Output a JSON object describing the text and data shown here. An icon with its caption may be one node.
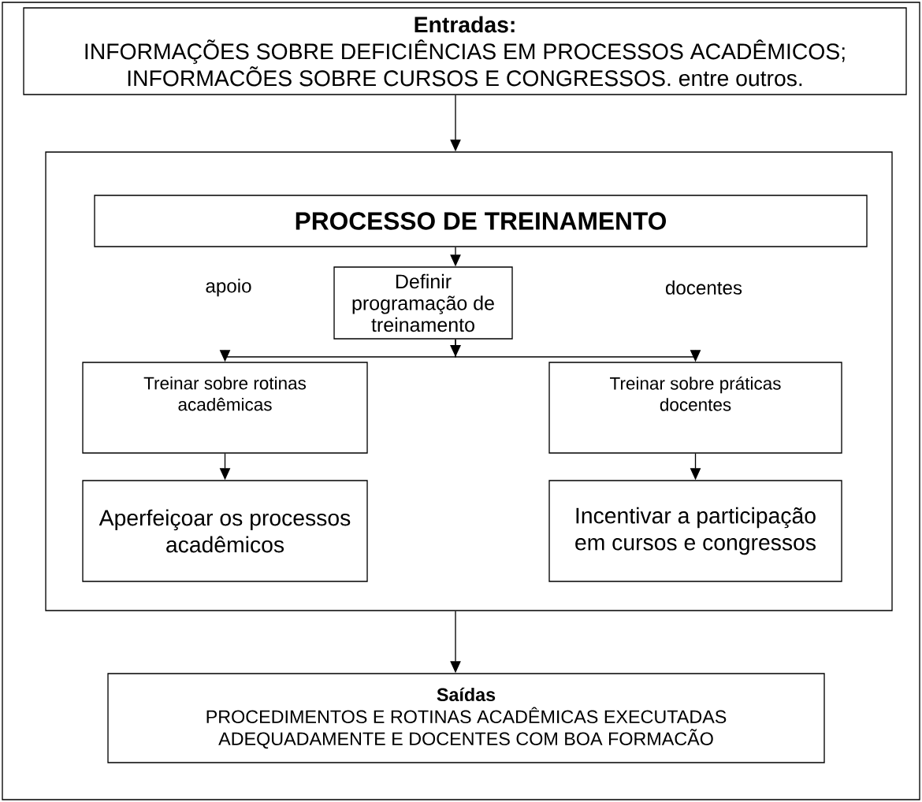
{
  "diagram": {
    "nodes": [
      {
        "text": [
          "Entradas:",
          "INFORMAÇÕES SOBRE DEFICIÊNCIAS EM PROCESSOS ACADÊMICOS; INFORMACÕES SOBRE CURSOS E CONGRESSOS. entre outros."
        ]
      },
      {
        "text": [],
        "shape": "box"
      },
      {
        "text": [
          "PROCESSO DE TREINAMENTO"
        ],
        "in": 1
      },
      {
        "text": [
          "Definir programação de treinamento"
        ],
        "in": 1
      },
      {
        "text": [
          "Treinar sobre rotinas acadêmicas"
        ],
        "in": 1
      },
      {
        "text": [
          "Aperfeiçoar os processos acadêmicos"
        ],
        "in": 1
      },
      {
        "text": [
          "Treinar sobre práticas docentes"
        ],
        "in": 1
      },
      {
        "text": [
          "Incentivar a participação em cursos e congressos"
        ],
        "in": 1
      },
      {
        "text": [
          "Saídas",
          "PROCEDIMENTOS E ROTINAS ACADÊMICAS EXECUTADAS ADEQUADAMENTE E DOCENTES COM BOA FORMACÃO"
        ]
      }
    ],
    "edges": [
      {
        "from": 0,
        "to": 1,
        "arrow": "to"
      },
      {
        "from": 2,
        "to": 3,
        "arrow": "to"
      },
      {
        "from": 3,
        "to": 4,
        "arrow": "to"
      },
      {
        "from": 3,
        "to": 6,
        "arrow": "to"
      },
      {
        "from": 4,
        "to": 5,
        "arrow": "to"
      },
      {
        "from": 6,
        "to": 7,
        "arrow": "to"
      },
      {
        "from": 1,
        "to": 8,
        "arrow": "to"
      }
    ],
    "labels": [
      "apoio",
      "docentes"
    ]
  }
}
